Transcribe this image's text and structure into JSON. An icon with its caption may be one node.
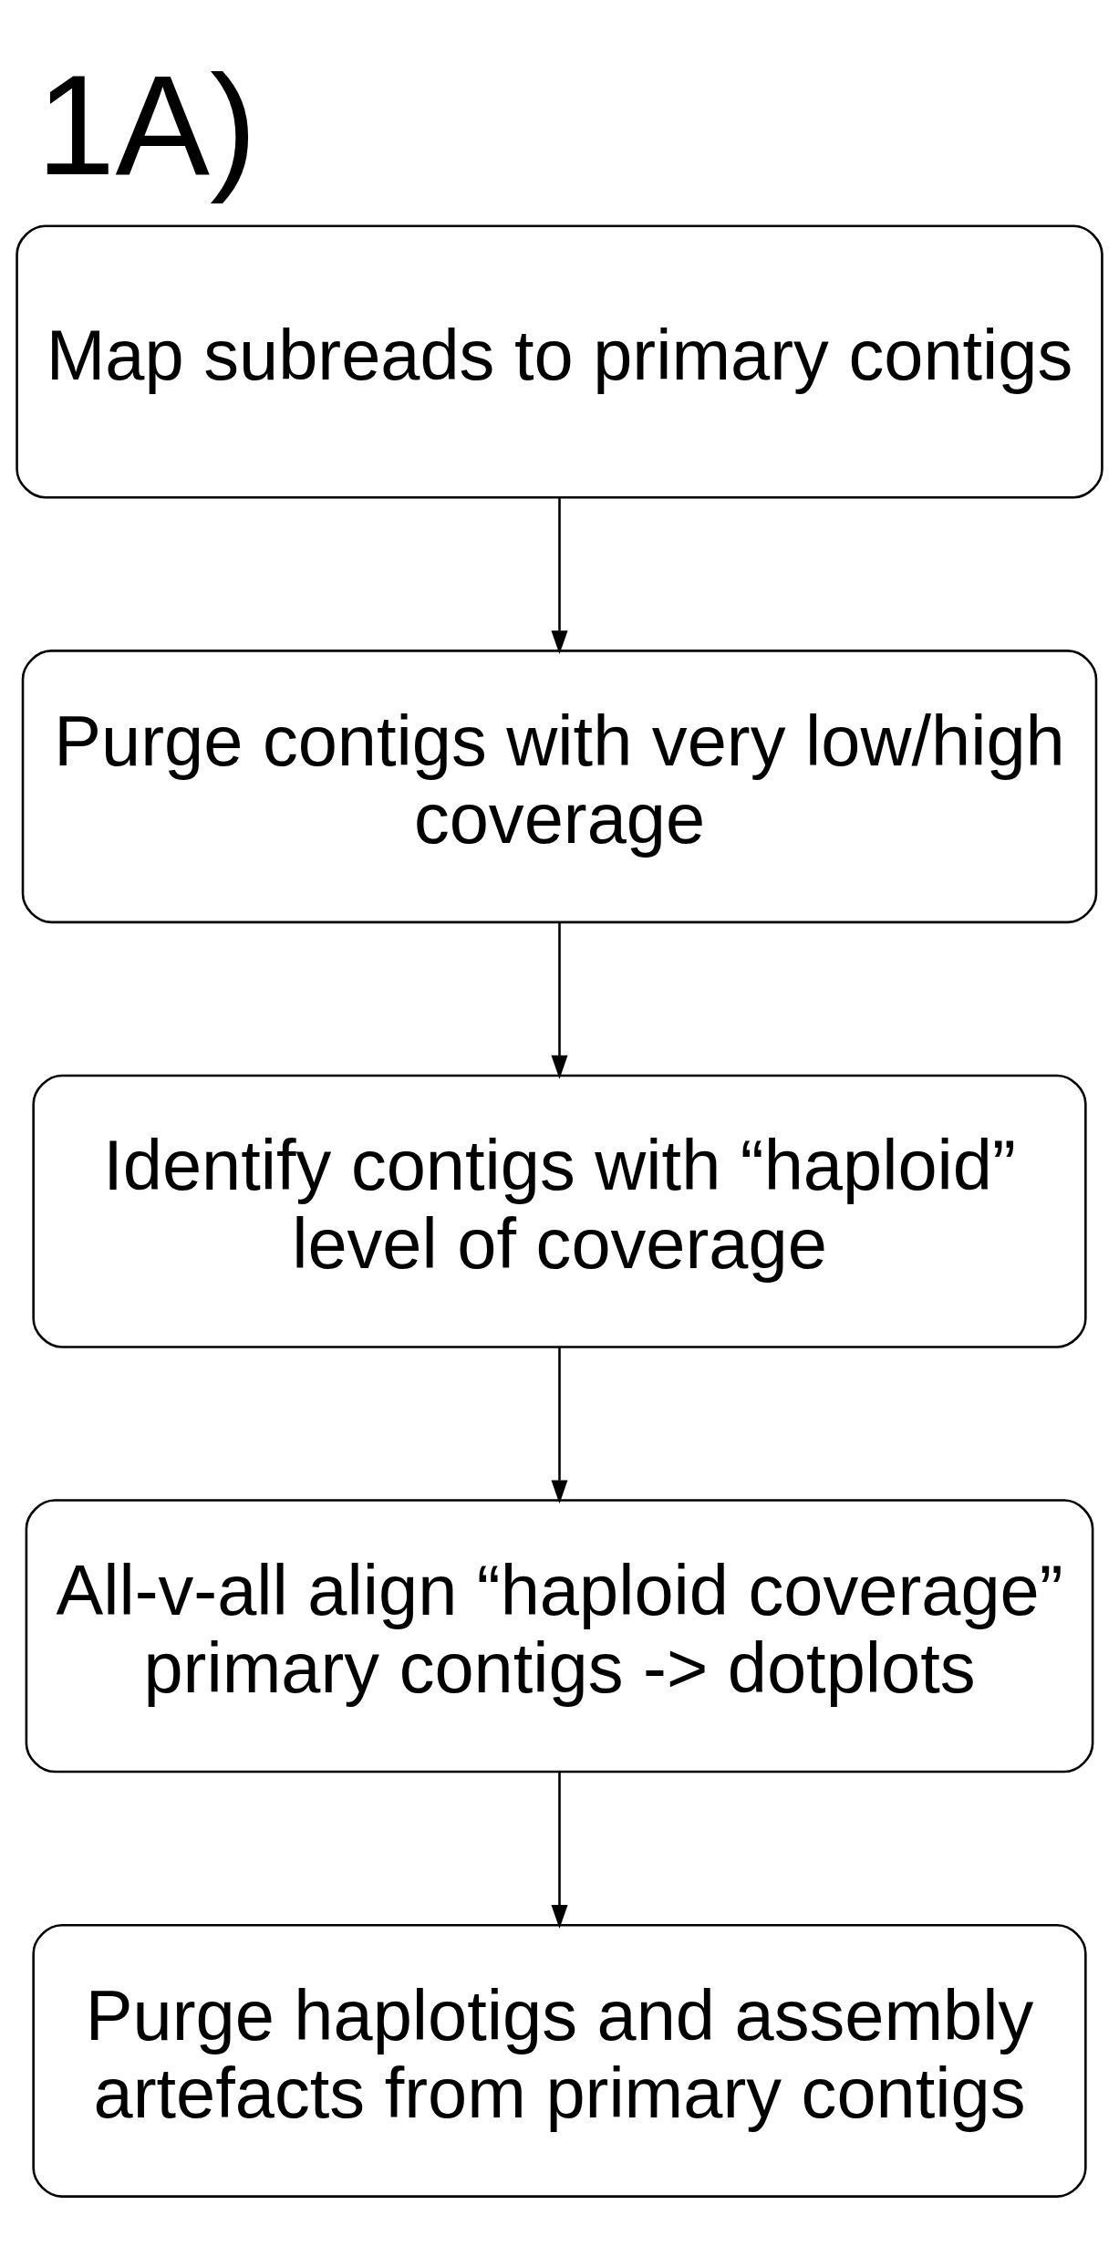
{
  "diagram": {
    "title": "1A)",
    "nodes": [
      {
        "text": [
          "Map subreads to primary contigs"
        ]
      },
      {
        "text": [
          "Purge contigs with very low/high coverage"
        ]
      },
      {
        "text": [
          "Identify contigs with “haploid” level of coverage"
        ]
      },
      {
        "text": [
          "All-v-all align “haploid coverage” primary contigs -> dotplots"
        ]
      },
      {
        "text": [
          "Purge haplotigs and assembly artefacts from primary contigs"
        ]
      }
    ],
    "edges": [
      {
        "from": 0,
        "to": 1,
        "arrow": "to"
      },
      {
        "from": 1,
        "to": 2,
        "arrow": "to"
      },
      {
        "from": 2,
        "to": 3,
        "arrow": "to"
      },
      {
        "from": 3,
        "to": 4,
        "arrow": "to"
      }
    ]
  }
}
